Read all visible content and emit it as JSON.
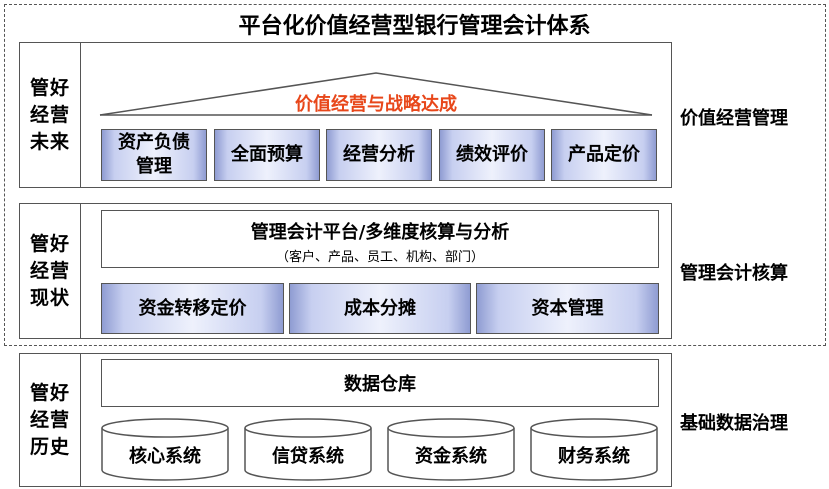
{
  "title": "平台化价值经营型银行管理会计体系",
  "top": {
    "left_label": [
      "管好",
      "经营",
      "未来"
    ],
    "roof_text": "价值经营与战略达成",
    "roof_text_color": "#e8471a",
    "buttons": [
      "资产负债\n管理",
      "全面预算",
      "经营分析",
      "绩效评价",
      "产品定价"
    ],
    "right_label": "价值经营管理"
  },
  "middle": {
    "left_label": [
      "管好",
      "经营",
      "现状"
    ],
    "platform_title": "管理会计平台/多维度核算与分析",
    "platform_sub": "（客户、产品、员工、机构、部门）",
    "buttons": [
      "资金转移定价",
      "成本分摊",
      "资本管理"
    ],
    "right_label": "管理会计核算"
  },
  "bottom": {
    "left_label": [
      "管好",
      "经营",
      "历史"
    ],
    "warehouse": "数据仓库",
    "systems": [
      "核心系统",
      "信贷系统",
      "资金系统",
      "财务系统"
    ],
    "right_label": "基础数据治理"
  }
}
